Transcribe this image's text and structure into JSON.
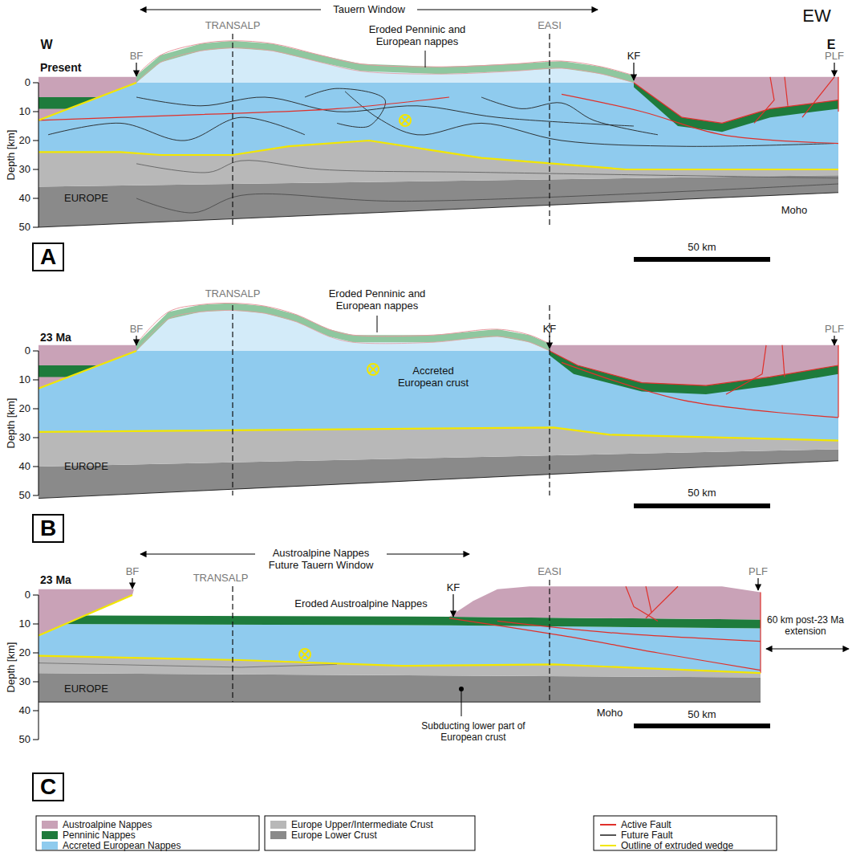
{
  "diagram": {
    "nodes": [
      {
        "text": [
          "A"
        ]
      },
      {
        "text": [
          "B"
        ]
      },
      {
        "text": [
          "C"
        ]
      }
    ],
    "labels": [
      "EW",
      "Tauern Window",
      "TRANSALP",
      "EASI",
      "W",
      "E",
      "BF",
      "KF",
      "PLF",
      "Present",
      "Eroded Penninic and European nappes",
      "Depth [km]",
      "0",
      "10",
      "20",
      "30",
      "40",
      "50",
      "EUROPE",
      "Moho",
      "50 km",
      "TRANSALP",
      "Eroded Penninic and European nappes",
      "23 Ma",
      "BF",
      "KF",
      "PLF",
      "Accreted European crust",
      "Depth [km]",
      "0",
      "10",
      "20",
      "30",
      "40",
      "50",
      "EUROPE",
      "50 km",
      "Austroalpine Nappes Future Tauern Window",
      "TRANSALP",
      "23 Ma",
      "BF",
      "KF",
      "EASI",
      "PLF",
      "Eroded Austroalpine Nappes",
      "60 km post-23 Ma extension",
      "Depth [km]",
      "0",
      "10",
      "20",
      "30",
      "40",
      "50",
      "EUROPE",
      "Subducting lower part of European crust",
      "Moho",
      "50 km"
    ],
    "legend": [
      {
        "text": "Austroalpine Nappes",
        "color": "#c9a2b7"
      },
      {
        "text": "Penninic Nappes",
        "color": "#1e7b3c"
      },
      {
        "text": "Accreted European Nappes",
        "color": "#8fcbee"
      },
      {
        "text": "Europe Upper/Intermediate Crust",
        "color": "#b8b8b8"
      },
      {
        "text": "Europe Lower Crust",
        "color": "#8a8a8a"
      },
      {
        "text": "Active Fault"
      },
      {
        "text": "Future Fault"
      },
      {
        "text": "Outline of extruded wedge"
      }
    ]
  }
}
